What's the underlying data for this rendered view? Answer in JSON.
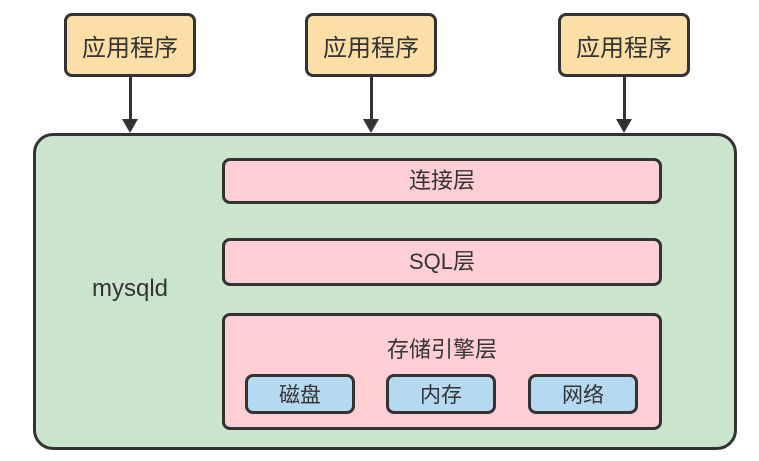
{
  "colors": {
    "app_box_fill": "#fbdfa6",
    "server_fill": "#cbe5cd",
    "layer_fill": "#ffcfd5",
    "resource_fill": "#b5d9f0",
    "border": "#333333",
    "text": "#333333"
  },
  "diagram": {
    "app_boxes": [
      {
        "label": "应用程序"
      },
      {
        "label": "应用程序"
      },
      {
        "label": "应用程序"
      }
    ],
    "server": {
      "label": "mysqld",
      "layers": [
        {
          "label": "连接层"
        },
        {
          "label": "SQL层"
        },
        {
          "label": "存储引擎层"
        }
      ],
      "engine_resources": [
        {
          "label": "磁盘"
        },
        {
          "label": "内存"
        },
        {
          "label": "网络"
        }
      ]
    }
  }
}
